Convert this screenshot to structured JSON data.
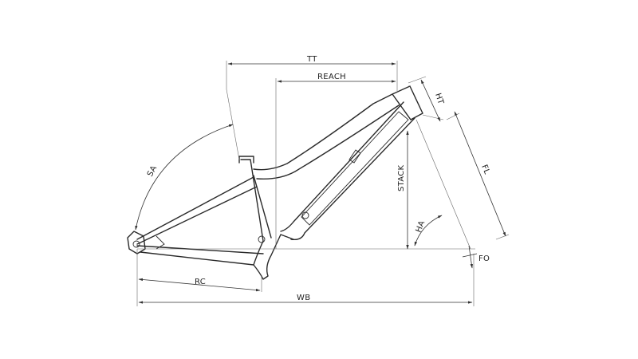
{
  "labels": {
    "tt": "TT",
    "reach": "REACH",
    "ht": "HT",
    "sa": "SA",
    "stack": "STACK",
    "fl": "FL",
    "ha": "HA",
    "fo": "FO",
    "rc": "RC",
    "wb": "WB"
  },
  "colors": {
    "line": "#2a2a2a",
    "background": "#ffffff"
  }
}
